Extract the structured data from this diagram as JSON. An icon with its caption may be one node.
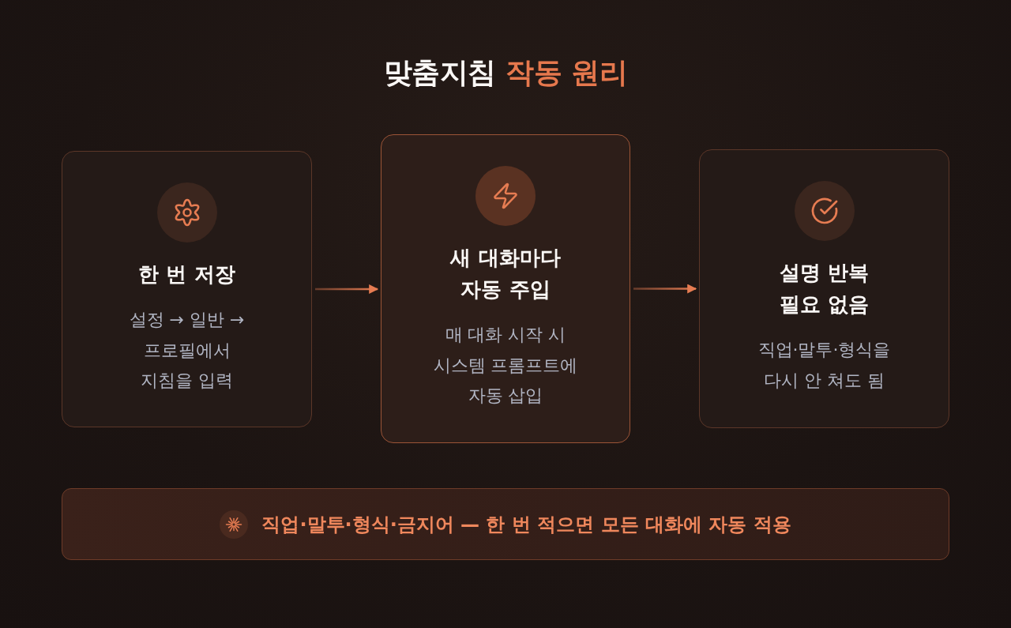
{
  "diagram": {
    "title": "맞춤지침 **작동 원리**",
    "nodes": [
      {
        "text": [
          "한 번 저장",
          "설정 → 일반 → 프로필에서 지침을 입력"
        ]
      },
      {
        "text": [
          "새 대화마다 자동 주입",
          "매 대화 시작 시 시스템 프롬프트에 자동 삽입"
        ]
      },
      {
        "text": [
          "설명 반복 필요 없음",
          "직업·말투·형식을 다시 안 쳐도 됨"
        ]
      },
      {
        "text": [
          "직업·말투·형식·금지어 — 한 번 적으면 모든 대화에 자동 적용"
        ]
      }
    ],
    "edges": [
      {
        "from": 0,
        "to": 1,
        "arrow": "to"
      },
      {
        "from": 1,
        "to": 2,
        "arrow": "to"
      }
    ]
  }
}
